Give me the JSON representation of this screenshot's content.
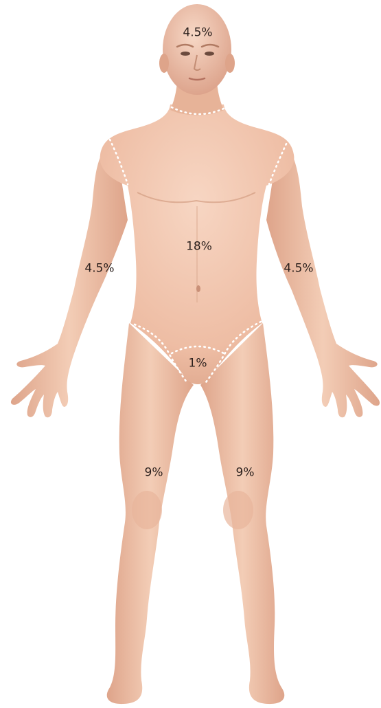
{
  "labels": {
    "head": "4.5%",
    "trunk": "18%",
    "right_arm": "4.5%",
    "left_arm": "4.5%",
    "groin": "1%",
    "right_leg": "9%",
    "left_leg": "9%"
  },
  "colors": {
    "skin_base": "#f0c4ac",
    "skin_shadow": "#d9a38a",
    "skin_highlight": "#f9dccb",
    "boundary_line": "#ffffff",
    "label_text": "#2a1f1c"
  }
}
